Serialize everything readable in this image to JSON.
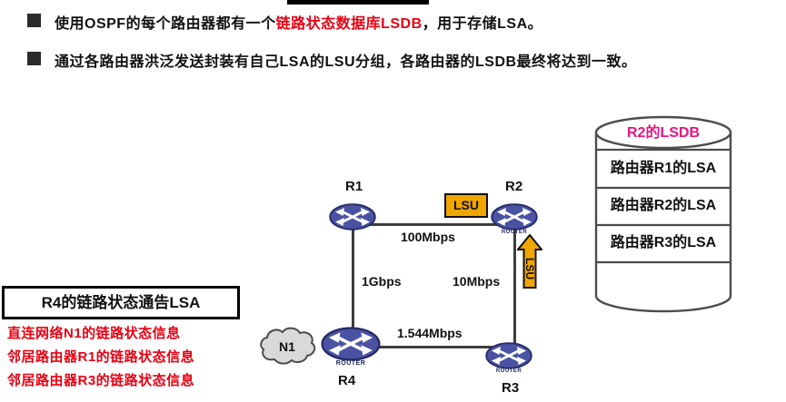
{
  "bullets": [
    {
      "pre": "使用OSPF的每个路由器都有一个",
      "highlight": "链路状态数据库LSDB",
      "post": "，用于存储LSA。"
    },
    {
      "text": "通过各路由器洪泛发送封装有自己LSA的LSU分组，各路由器的LSDB最终将达到一致。"
    }
  ],
  "lsdb": {
    "title": "R2的LSDB",
    "rows": [
      "路由器R1的LSA",
      "路由器R2的LSA",
      "路由器R3的LSA"
    ]
  },
  "topology": {
    "routers": [
      "R1",
      "R2",
      "R3",
      "R4"
    ],
    "links": {
      "r1_r2": "100Mbps",
      "r1_r4": "1Gbps",
      "r2_r3": "10Mbps",
      "r4_r3": "1.544Mbps"
    },
    "lsu_label": "LSU",
    "network": "N1",
    "router_caption": "ROUTER"
  },
  "lsa_box": {
    "title": "R4的链路状态通告LSA",
    "items": [
      "直连网络N1的链路状态信息",
      "邻居路由器R1的链路状态信息",
      "邻居路由器R3的链路状态信息"
    ]
  },
  "colors": {
    "highlight_red": "#e60012",
    "lsdb_title_pink": "#e6147e",
    "lsu_yellow": "#f0a500",
    "router_blue": "#4a52a3",
    "cloud_gray": "#d9d9d9",
    "line_gray": "#3d3d3d"
  }
}
